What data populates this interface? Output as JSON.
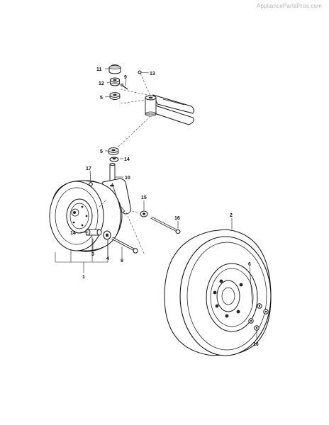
{
  "watermark": "AppliancePartsPros.com",
  "callouts": {
    "c11": "11",
    "c9": "9",
    "c13": "13",
    "c12": "12",
    "c5a": "5",
    "c5b": "5",
    "c14a": "14",
    "c10": "10",
    "c17": "17",
    "c15": "15",
    "c16a": "16",
    "c2": "2",
    "c14b": "14",
    "c3": "3",
    "c4": "4",
    "c8": "8",
    "c1": "1",
    "c6": "6",
    "c16b": "16"
  }
}
